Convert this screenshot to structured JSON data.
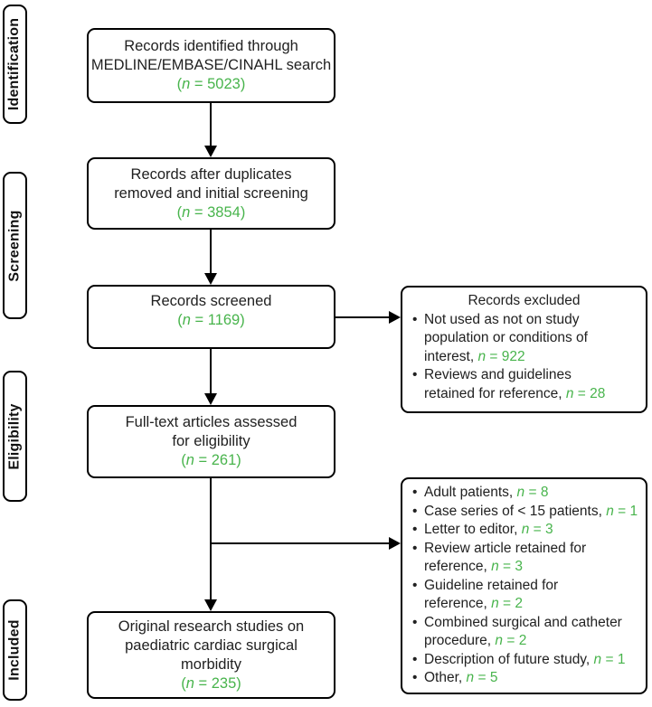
{
  "format": {
    "open": "(",
    "n_label": "n",
    "equals": " = ",
    "close": ")"
  },
  "colors": {
    "count_green": "#48b44c",
    "text": "#212121",
    "border": "#000000"
  },
  "stages": [
    {
      "label": "Identification"
    },
    {
      "label": "Screening"
    },
    {
      "label": "Eligibility"
    },
    {
      "label": "Included"
    }
  ],
  "flow_boxes": [
    {
      "id": "records-identified",
      "lines": [
        "Records identified through",
        "MEDLINE/EMBASE/CINAHL search"
      ],
      "n_value": "5023"
    },
    {
      "id": "duplicates-removed",
      "lines": [
        "Records after duplicates",
        "removed and initial screening"
      ],
      "n_value": "3854"
    },
    {
      "id": "records-screened",
      "lines": [
        "Records screened"
      ],
      "n_value": "1169"
    },
    {
      "id": "fulltext-assessed",
      "lines": [
        "Full-text articles assessed",
        "for eligibility"
      ],
      "n_value": "261"
    },
    {
      "id": "included-studies",
      "lines": [
        "Original research studies on",
        "paediatric cardiac surgical",
        "morbidity"
      ],
      "n_value": "235"
    }
  ],
  "side_boxes": [
    {
      "id": "records-excluded",
      "title": "Records excluded",
      "bullets": [
        {
          "lines": [
            "Not used as not on study",
            "population or conditions of",
            "interest,"
          ],
          "n_value": "922"
        },
        {
          "lines": [
            "Reviews and guidelines",
            "retained for reference,"
          ],
          "n_value": "28"
        }
      ]
    },
    {
      "id": "fulltext-exclusion-reasons",
      "title": "",
      "bullets": [
        {
          "lines": [
            "Adult patients,"
          ],
          "n_value": "8"
        },
        {
          "lines": [
            "Case series of < 15 patients,"
          ],
          "n_value": "1"
        },
        {
          "lines": [
            "Letter to editor,"
          ],
          "n_value": "3"
        },
        {
          "lines": [
            "Review article retained for",
            "reference,"
          ],
          "n_value": "3"
        },
        {
          "lines": [
            "Guideline retained for",
            "reference,"
          ],
          "n_value": "2"
        },
        {
          "lines": [
            "Combined surgical and catheter",
            "procedure,"
          ],
          "n_value": "2"
        },
        {
          "lines": [
            "Description of future study,"
          ],
          "n_value": "1"
        },
        {
          "lines": [
            "Other,"
          ],
          "n_value": "5"
        }
      ]
    }
  ]
}
